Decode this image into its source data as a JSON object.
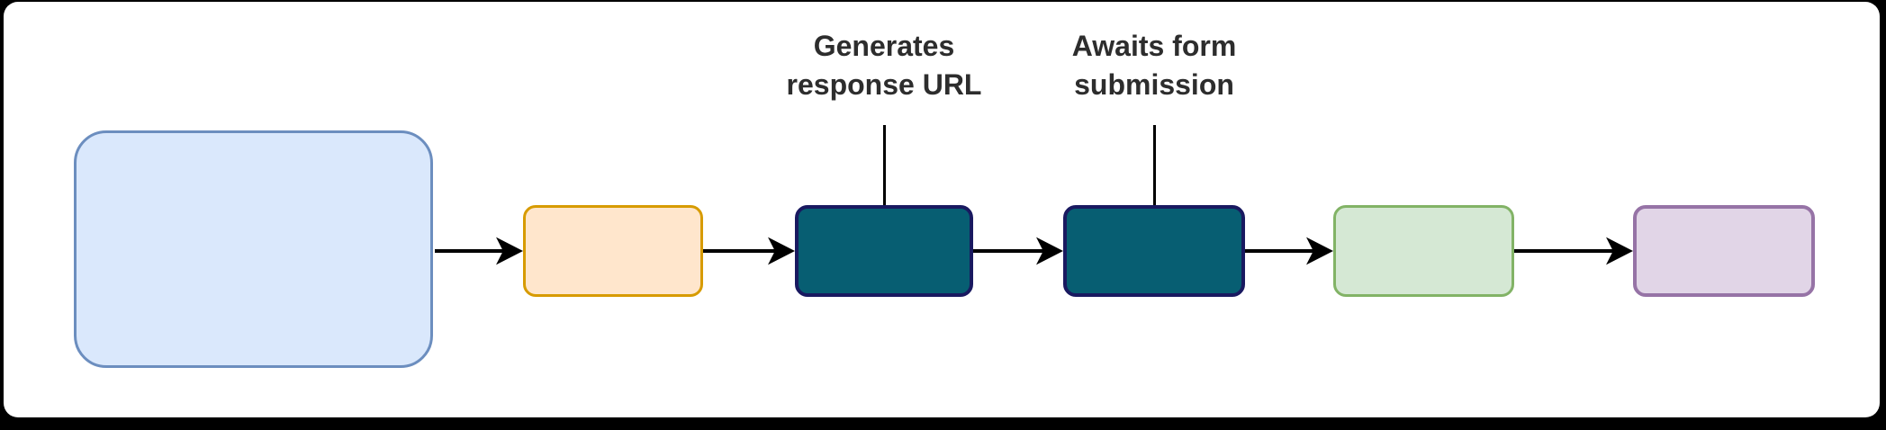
{
  "page": {
    "background_color": "#000000",
    "canvas_color": "#ffffff"
  },
  "diagram": {
    "text_color": "#2d2d2d",
    "arrow_color": "#000000",
    "annotations": [
      {
        "text": "Generates response URL"
      },
      {
        "text": "Awaits form submission"
      }
    ],
    "nodes": [
      {
        "id": "start",
        "label": "",
        "fill": "#dae8fc",
        "stroke": "#6c8ebf"
      },
      {
        "id": "step-1",
        "label": "",
        "fill": "#ffe6cc",
        "stroke": "#d79b00"
      },
      {
        "id": "step-generate-url",
        "label": "",
        "fill": "#075e72",
        "stroke": "#191960"
      },
      {
        "id": "step-await-submission",
        "label": "",
        "fill": "#075e72",
        "stroke": "#191960"
      },
      {
        "id": "step-4",
        "label": "",
        "fill": "#d5e8d4",
        "stroke": "#82b366"
      },
      {
        "id": "step-5",
        "label": "",
        "fill": "#e1d5e7",
        "stroke": "#9673a6"
      }
    ]
  }
}
